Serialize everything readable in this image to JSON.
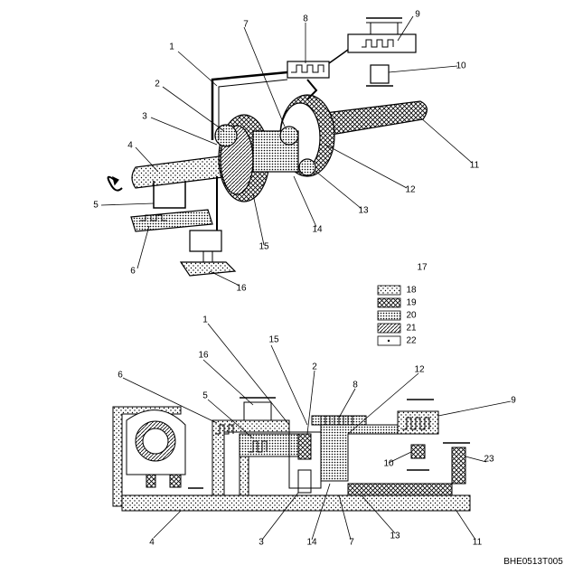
{
  "callouts": [
    "1",
    "2",
    "3",
    "4",
    "5",
    "6",
    "7",
    "8",
    "9",
    "10",
    "11",
    "12",
    "13",
    "14",
    "15",
    "16",
    "17",
    "18",
    "19",
    "20",
    "21",
    "22",
    "23"
  ],
  "figure_code": "BHE0513T005",
  "legend": {
    "marker": "17",
    "items": [
      {
        "number": "18",
        "pattern": "dots"
      },
      {
        "number": "19",
        "pattern": "crosshatch"
      },
      {
        "number": "20",
        "pattern": "dense-dots"
      },
      {
        "number": "21",
        "pattern": "diagonal-hatch"
      },
      {
        "number": "22",
        "pattern": "blank-with-dot"
      }
    ]
  }
}
